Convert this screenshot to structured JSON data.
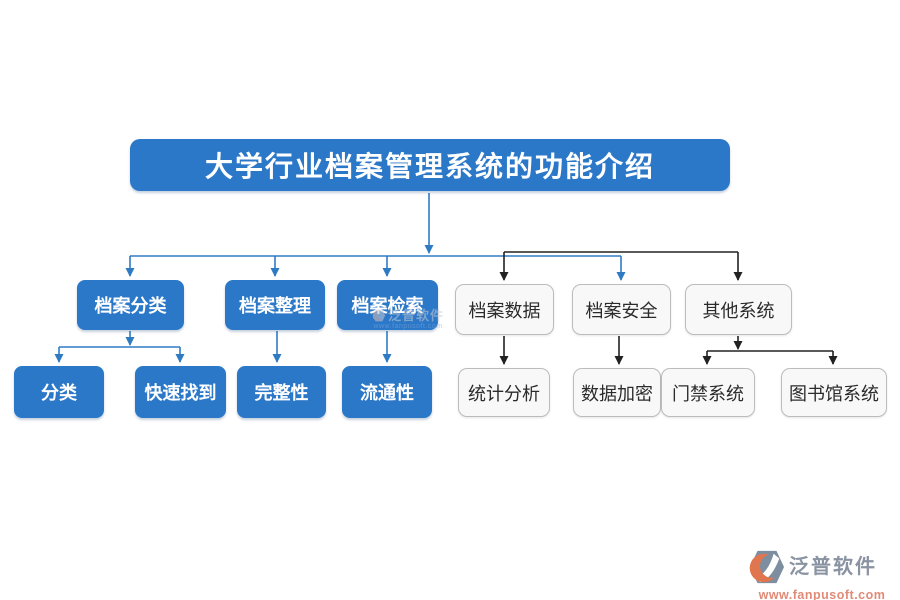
{
  "diagram": {
    "title": "大学行业档案管理系统的功能介绍",
    "row2": [
      {
        "label": "档案分类",
        "variant": "blue"
      },
      {
        "label": "档案整理",
        "variant": "blue"
      },
      {
        "label": "档案检索",
        "variant": "blue"
      },
      {
        "label": "档案数据",
        "variant": "light"
      },
      {
        "label": "档案安全",
        "variant": "light"
      },
      {
        "label": "其他系统",
        "variant": "light"
      }
    ],
    "row3": [
      {
        "label": "分类",
        "variant": "blue"
      },
      {
        "label": "快速找到",
        "variant": "blue"
      },
      {
        "label": "完整性",
        "variant": "blue"
      },
      {
        "label": "流通性",
        "variant": "blue"
      },
      {
        "label": "统计分析",
        "variant": "light"
      },
      {
        "label": "数据加密",
        "variant": "light"
      },
      {
        "label": "门禁系统",
        "variant": "light"
      },
      {
        "label": "图书馆系统",
        "variant": "light"
      }
    ],
    "edges": [
      {
        "from": "大学行业档案管理系统的功能介绍",
        "to": "档案分类"
      },
      {
        "from": "大学行业档案管理系统的功能介绍",
        "to": "档案整理"
      },
      {
        "from": "大学行业档案管理系统的功能介绍",
        "to": "档案检索"
      },
      {
        "from": "大学行业档案管理系统的功能介绍",
        "to": "档案数据"
      },
      {
        "from": "大学行业档案管理系统的功能介绍",
        "to": "档案安全"
      },
      {
        "from": "大学行业档案管理系统的功能介绍",
        "to": "其他系统"
      },
      {
        "from": "档案分类",
        "to": "分类"
      },
      {
        "from": "档案分类",
        "to": "快速找到"
      },
      {
        "from": "档案整理",
        "to": "完整性"
      },
      {
        "from": "档案检索",
        "to": "流通性"
      },
      {
        "from": "档案数据",
        "to": "统计分析"
      },
      {
        "from": "档案安全",
        "to": "数据加密"
      },
      {
        "from": "其他系统",
        "to": "门禁系统"
      },
      {
        "from": "其他系统",
        "to": "图书馆系统"
      }
    ]
  },
  "branding": {
    "watermark_text": "泛普软件",
    "watermark_url": "www.fanpusoft.com",
    "logo_text": "泛普软件",
    "website": "www.fanpusoft.com"
  },
  "colors": {
    "node_blue": "#2c78c8",
    "connector_blue": "#2f7bc3",
    "connector_dark": "#222222",
    "light_node_bg": "#f8f8f8",
    "light_node_border": "#bcbcbc",
    "light_node_text": "#2b2b2b",
    "logo_slate": "#8a93a2",
    "logo_orange": "#e0764f",
    "url_salmon": "#e08a77"
  }
}
